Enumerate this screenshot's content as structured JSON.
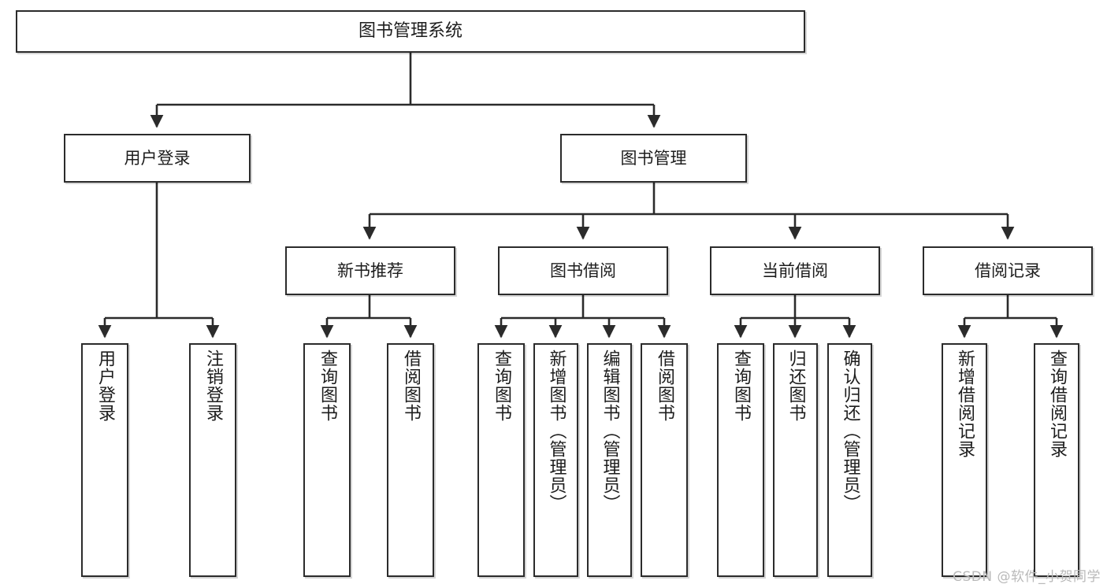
{
  "diagram": {
    "title": "图书管理系统",
    "type": "tree",
    "colors": {
      "box_border": "#2b2b2b",
      "box_fill": "#ffffff",
      "text": "#1d1d1d",
      "connector": "#2b2b2b",
      "watermark": "#b9b9b9"
    },
    "nodes": {
      "root": {
        "label": "图书管理系统"
      },
      "level2": [
        {
          "label": "用户登录"
        },
        {
          "label": "图书管理"
        }
      ],
      "level3": [
        {
          "label": "新书推荐"
        },
        {
          "label": "图书借阅"
        },
        {
          "label": "当前借阅"
        },
        {
          "label": "借阅记录"
        }
      ],
      "leaves_user_login": [
        {
          "label": "用户登录"
        },
        {
          "label": "注销登录"
        }
      ],
      "leaves_new_book": [
        {
          "label": "查询图书"
        },
        {
          "label": "借阅图书"
        }
      ],
      "leaves_borrow": [
        {
          "label": "查询图书"
        },
        {
          "label": "新增图书（管理员）"
        },
        {
          "label": "编辑图书（管理员）"
        },
        {
          "label": "借阅图书"
        }
      ],
      "leaves_current": [
        {
          "label": "查询图书"
        },
        {
          "label": "归还图书"
        },
        {
          "label": "确认归还（管理员）"
        }
      ],
      "leaves_records": [
        {
          "label": "新增借阅记录"
        },
        {
          "label": "查询借阅记录"
        }
      ]
    }
  },
  "watermark": {
    "text": "CSDN @软件_小贺同学"
  }
}
